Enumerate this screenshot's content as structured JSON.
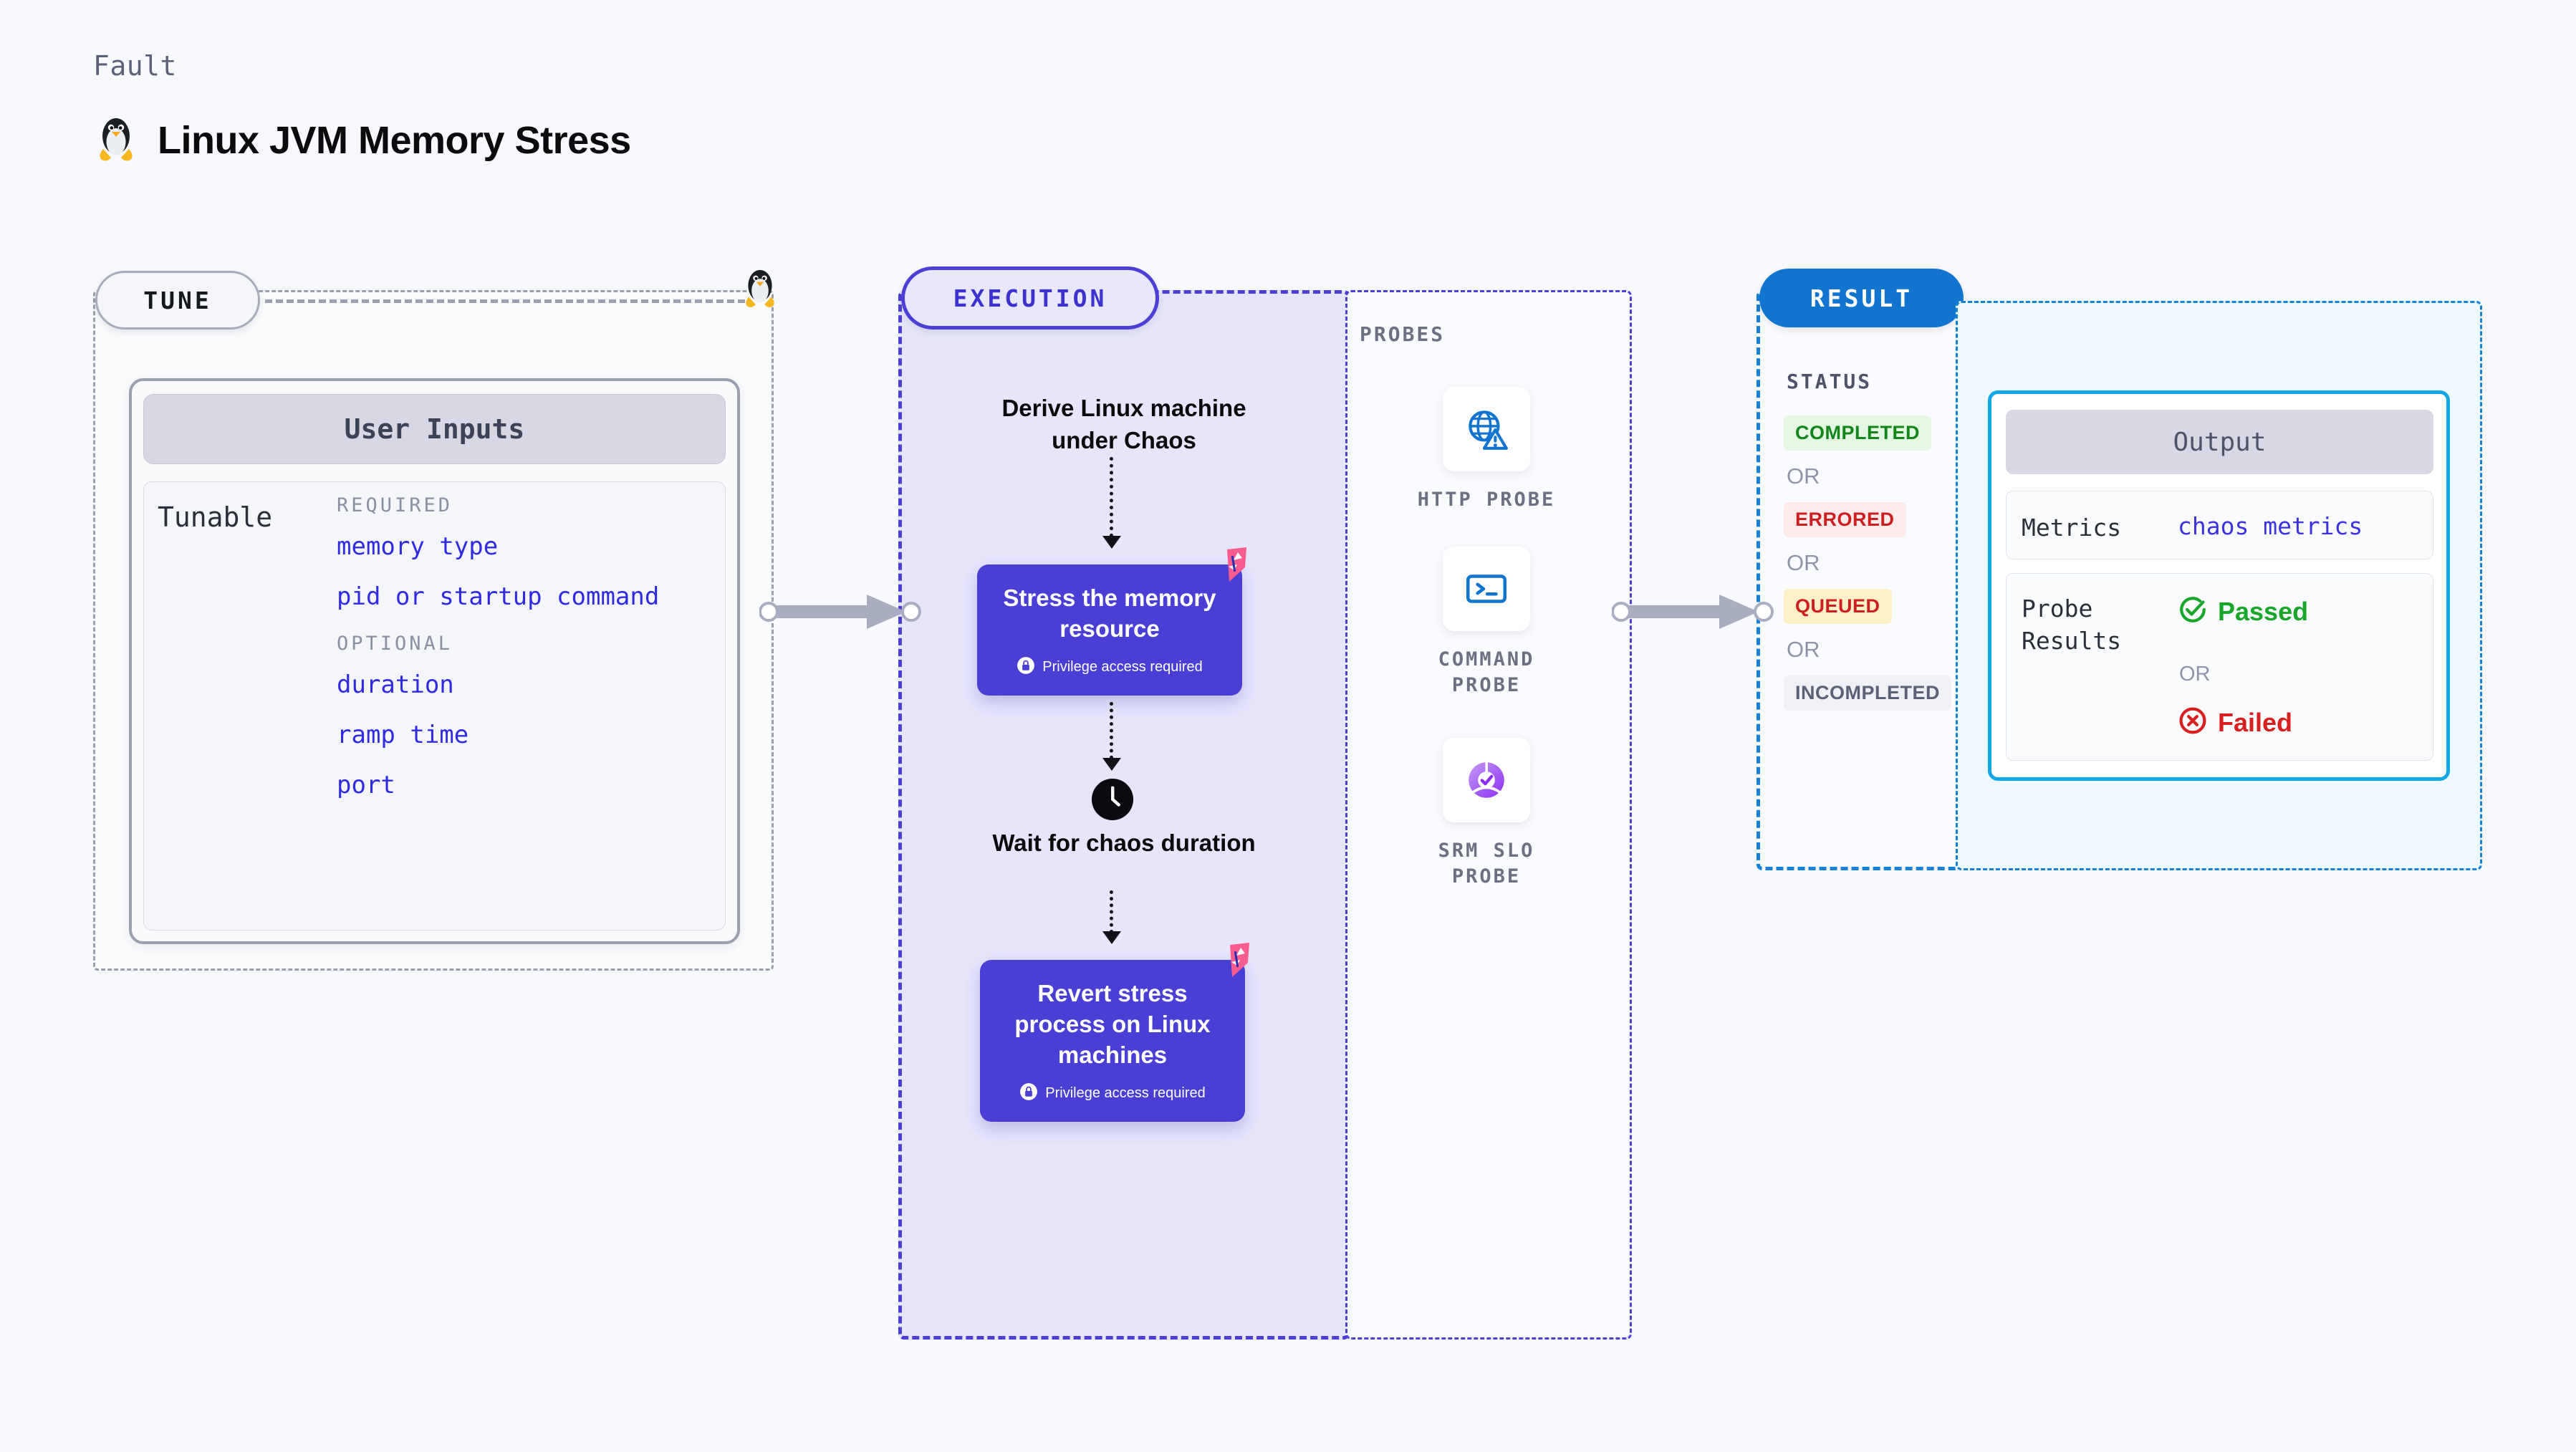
{
  "header": {
    "kicker": "Fault",
    "title": "Linux JVM Memory Stress",
    "os_icon": "linux-penguin-icon"
  },
  "stages": {
    "tune": {
      "chip_label": "TUNE",
      "card_title": "User Inputs",
      "row_label": "Tunable",
      "groups": [
        {
          "label": "REQUIRED",
          "items": [
            "memory type",
            "pid or startup command"
          ]
        },
        {
          "label": "OPTIONAL",
          "items": [
            "duration",
            "ramp time",
            "port"
          ]
        }
      ]
    },
    "execution": {
      "chip_label": "EXECUTION",
      "steps": [
        {
          "kind": "text",
          "label": "Derive Linux machine under Chaos"
        },
        {
          "kind": "block",
          "label": "Stress the memory resource",
          "privilege": "Privilege access required"
        },
        {
          "kind": "text",
          "label": "Wait for chaos duration",
          "icon": "clock-icon"
        },
        {
          "kind": "block",
          "label": "Revert stress process on Linux machines",
          "privilege": "Privilege access required"
        }
      ]
    },
    "probes": {
      "label": "PROBES",
      "items": [
        {
          "name": "HTTP PROBE",
          "icon": "globe-warning-icon"
        },
        {
          "name": "COMMAND PROBE",
          "icon": "terminal-icon"
        },
        {
          "name": "SRM SLO PROBE",
          "icon": "slo-donut-check-icon"
        }
      ]
    },
    "result": {
      "chip_label": "RESULT",
      "status_label": "STATUS",
      "or_label": "OR",
      "statuses": [
        {
          "label": "COMPLETED",
          "bg": "#e3f7e3",
          "fg": "#13851a"
        },
        {
          "label": "ERRORED",
          "bg": "#fdeaea",
          "fg": "#cc2020"
        },
        {
          "label": "QUEUED",
          "bg": "#fdf0c8",
          "fg": "#cc2020"
        },
        {
          "label": "INCOMPLETED",
          "bg": "#f0f1f6",
          "fg": "#5b6178"
        }
      ]
    },
    "output": {
      "card_title": "Output",
      "rows": [
        {
          "key": "Metrics",
          "value": "chaos metrics"
        },
        {
          "key": "Probe Results",
          "pass": "Passed",
          "or": "OR",
          "fail": "Failed"
        }
      ]
    }
  },
  "colors": {
    "page_bg": "#f8f9fc",
    "execution_accent": "#4b3fd6",
    "execution_fill": "#e6e5fb",
    "result_accent": "#1681d8",
    "output_fill": "#eefaff",
    "tune_accent": "#9ba0b0",
    "link": "#3b32e0",
    "pass_green": "#17a52a",
    "fail_red": "#d81f1f",
    "harness_pink": "#f95c8f"
  }
}
